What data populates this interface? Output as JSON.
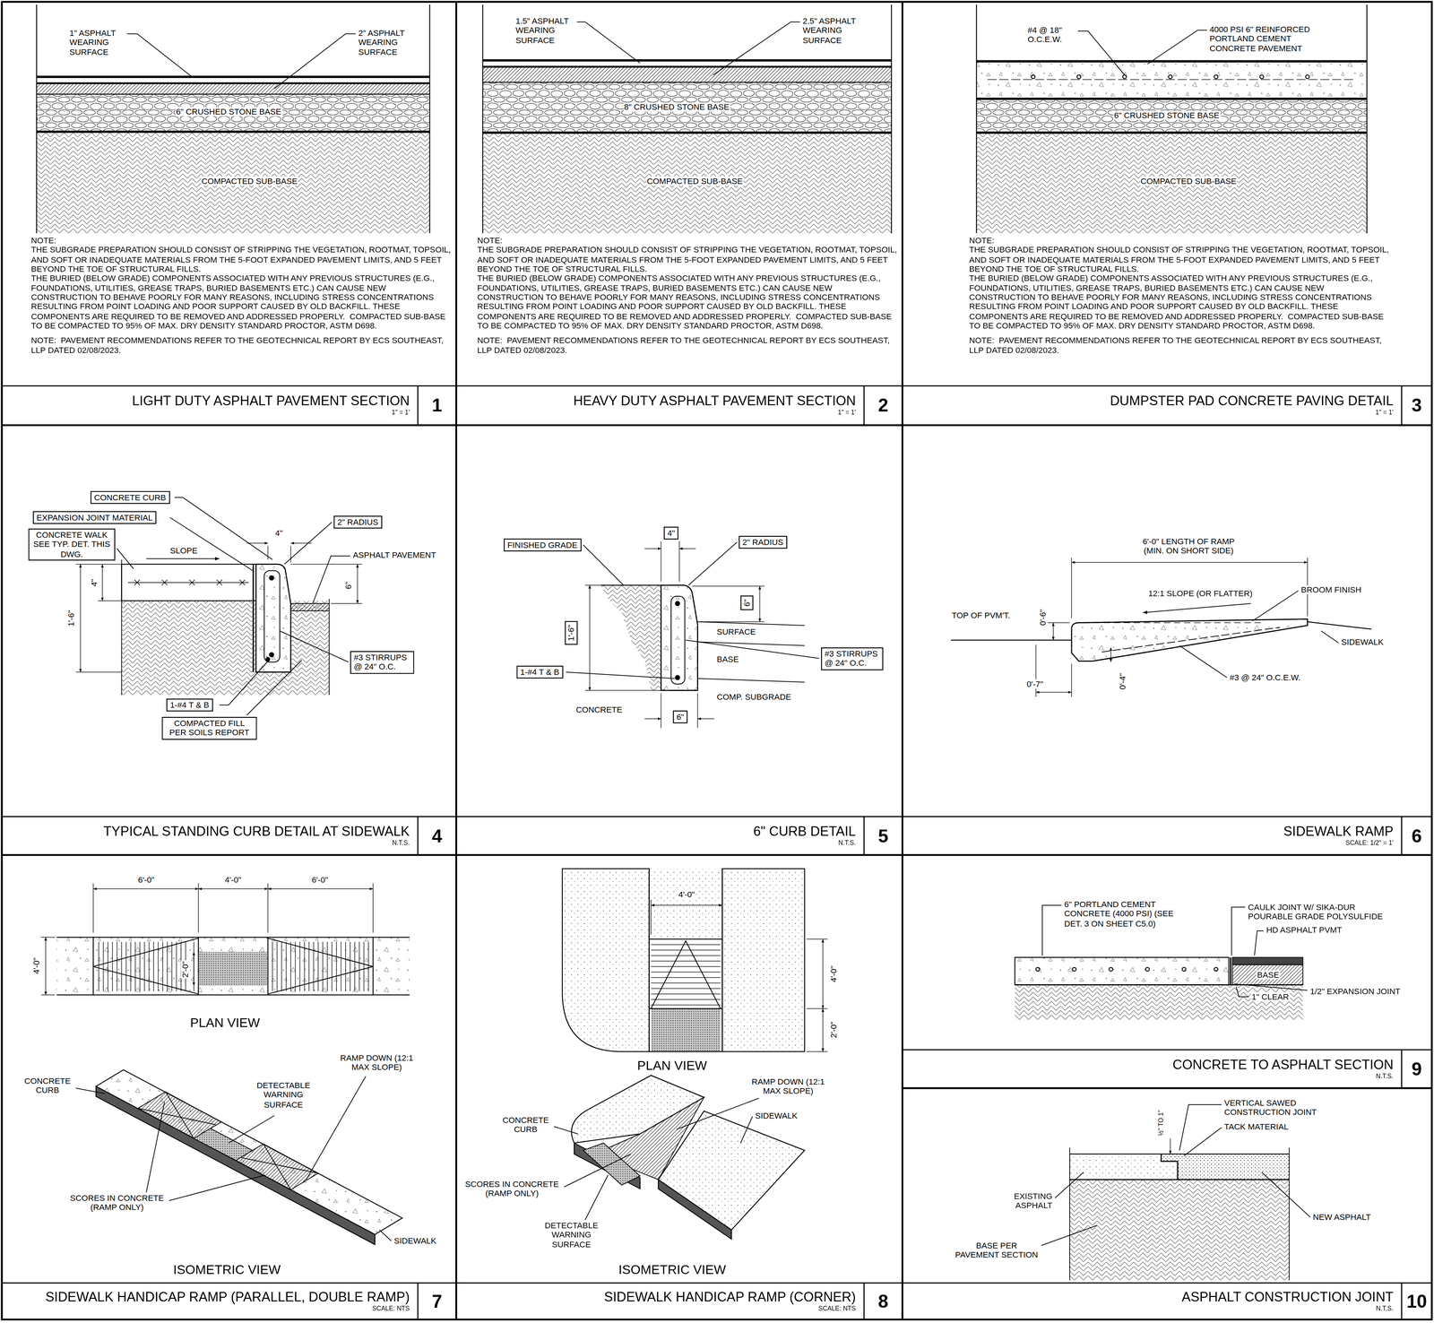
{
  "diagram": {
    "nodes": [
      {
        "text": [
          "LIGHT DUTY ASPHALT PAVEMENT SECTION",
          "1\" = 1'"
        ]
      },
      {
        "text": [
          "1"
        ]
      },
      {
        "text": [
          "HEAVY DUTY ASPHALT PAVEMENT SECTION",
          "1\" = 1'"
        ]
      },
      {
        "text": [
          "2"
        ]
      },
      {
        "text": [
          "DUMPSTER PAD CONCRETE PAVING DETAIL",
          "1\" = 1'"
        ]
      },
      {
        "text": [
          "3"
        ]
      },
      {
        "text": [
          "CONCRETE CURB"
        ]
      },
      {
        "text": [
          "EXPANSION JOINT MATERIAL"
        ]
      },
      {
        "text": [
          "CONCRETE WALK SEE TYP. DET. THIS DWG."
        ]
      },
      {
        "text": [
          "2\" RADIUS"
        ]
      },
      {
        "text": [
          "#3 STIRRUPS @ 24\" O.C."
        ]
      },
      {
        "text": [
          "1-#4 T & B"
        ]
      },
      {
        "text": [
          "COMPACTED FILL PER SOILS REPORT"
        ]
      },
      {
        "text": [
          "TYPICAL STANDING CURB DETAIL AT SIDEWALK",
          "N.T.S."
        ]
      },
      {
        "text": [
          "4"
        ]
      },
      {
        "text": [
          "FINISHED GRADE"
        ]
      },
      {
        "text": [
          "4\""
        ]
      },
      {
        "text": [
          "2\" RADIUS"
        ]
      },
      {
        "text": [
          "6\""
        ]
      },
      {
        "text": [
          "1'-6\""
        ]
      },
      {
        "text": [
          "1-#4 T & B"
        ]
      },
      {
        "text": [
          "#3 STIRRUPS @ 24\" O.C."
        ]
      },
      {
        "text": [
          "6\""
        ]
      },
      {
        "text": [
          "6\" CURB DETAIL",
          "N.T.S."
        ]
      },
      {
        "text": [
          "5"
        ]
      },
      {
        "text": [
          "SIDEWALK RAMP",
          "SCALE: 1/2\" = 1'"
        ]
      },
      {
        "text": [
          "6"
        ]
      },
      {
        "text": [
          "SIDEWALK HANDICAP RAMP (PARALLEL, DOUBLE RAMP)",
          "SCALE: NTS"
        ]
      },
      {
        "text": [
          "7"
        ]
      },
      {
        "text": [
          "SIDEWALK HANDICAP RAMP (CORNER)",
          "SCALE: NTS"
        ]
      },
      {
        "text": [
          "8"
        ]
      },
      {
        "text": [
          "CONCRETE TO ASPHALT SECTION",
          "N.T.S."
        ]
      },
      {
        "text": [
          "9"
        ]
      },
      {
        "text": [
          "ASPHALT CONSTRUCTION JOINT",
          "N.T.S."
        ]
      },
      {
        "text": [
          "10"
        ]
      }
    ],
    "labels": [
      "1\" ASPHALT WEARING SURFACE",
      "2\" ASPHALT WEARING SURFACE",
      "6\" CRUSHED STONE BASE",
      "COMPACTED SUB-BASE",
      "NOTE:",
      "THE SUBGRADE PREPARATION SHOULD CONSIST OF STRIPPING THE VEGETATION, ROOTMAT, TOPSOIL, AND SOFT OR INADEQUATE MATERIALS FROM THE 5-FOOT EXPANDED PAVEMENT LIMITS, AND 5 FEET BEYOND THE TOE OF STRUCTURAL FILLS.",
      "THE BURIED (BELOW GRADE) COMPONENTS ASSOCIATED WITH ANY PREVIOUS STRUCTURES (E.G., FOUNDATIONS, UTILITIES, GREASE TRAPS, BURIED BASEMENTS ETC.) CAN CAUSE NEW CONSTRUCTION TO BEHAVE POORLY FOR MANY REASONS, INCLUDING STRESS CONCENTRATIONS RESULTING FROM POINT LOADING AND POOR SUPPORT CAUSED BY OLD BACKFILL. THESE COMPONENTS ARE REQUIRED TO BE REMOVED AND ADDRESSED PROPERLY.  COMPACTED SUB-BASE TO BE COMPACTED TO 95% OF MAX. DRY DENSITY STANDARD PROCTOR, ASTM D698.",
      "NOTE:  PAVEMENT RECOMMENDATIONS REFER TO THE GEOTECHNICAL REPORT BY ECS SOUTHEAST, LLP DATED 02/08/2023.",
      "1.5\" ASPHALT WEARING SURFACE",
      "2.5\" ASPHALT WEARING SURFACE",
      "8\" CRUSHED STONE BASE",
      "COMPACTED SUB-BASE",
      "NOTE:",
      "THE SUBGRADE PREPARATION SHOULD CONSIST OF STRIPPING THE VEGETATION, ROOTMAT, TOPSOIL, AND SOFT OR INADEQUATE MATERIALS FROM THE 5-FOOT EXPANDED PAVEMENT LIMITS, AND 5 FEET BEYOND THE TOE OF STRUCTURAL FILLS.",
      "THE BURIED (BELOW GRADE) COMPONENTS ASSOCIATED WITH ANY PREVIOUS STRUCTURES (E.G., FOUNDATIONS, UTILITIES, GREASE TRAPS, BURIED BASEMENTS ETC.) CAN CAUSE NEW CONSTRUCTION TO BEHAVE POORLY FOR MANY REASONS, INCLUDING STRESS CONCENTRATIONS RESULTING FROM POINT LOADING AND POOR SUPPORT CAUSED BY OLD BACKFILL. THESE COMPONENTS ARE REQUIRED TO BE REMOVED AND ADDRESSED PROPERLY.  COMPACTED SUB-BASE TO BE COMPACTED TO 95% OF MAX. DRY DENSITY STANDARD PROCTOR, ASTM D698.",
      "NOTE:  PAVEMENT RECOMMENDATIONS REFER TO THE GEOTECHNICAL REPORT BY ECS SOUTHEAST, LLP DATED 02/08/2023.",
      "#4 @ 18\" O.C.E.W.",
      "4000 PSI 6\" REINFORCED PORTLAND CEMENT CONCRETE PAVEMENT",
      "6\" CRUSHED STONE BASE",
      "COMPACTED SUB-BASE",
      "NOTE:",
      "THE SUBGRADE PREPARATION SHOULD CONSIST OF STRIPPING THE VEGETATION, ROOTMAT, TOPSOIL, AND SOFT OR INADEQUATE MATERIALS FROM THE 5-FOOT EXPANDED PAVEMENT LIMITS, AND 5 FEET BEYOND THE TOE OF STRUCTURAL FILLS.",
      "THE BURIED (BELOW GRADE) COMPONENTS ASSOCIATED WITH ANY PREVIOUS STRUCTURES (E.G., FOUNDATIONS, UTILITIES, GREASE TRAPS, BURIED BASEMENTS ETC.) CAN CAUSE NEW CONSTRUCTION TO BEHAVE POORLY FOR MANY REASONS, INCLUDING STRESS CONCENTRATIONS RESULTING FROM POINT LOADING AND POOR SUPPORT CAUSED BY OLD BACKFILL. THESE COMPONENTS ARE REQUIRED TO BE REMOVED AND ADDRESSED PROPERLY.  COMPACTED SUB-BASE TO BE COMPACTED TO 95% OF MAX. DRY DENSITY STANDARD PROCTOR, ASTM D698.",
      "NOTE:  PAVEMENT RECOMMENDATIONS REFER TO THE GEOTECHNICAL REPORT BY ECS SOUTHEAST, LLP DATED 02/08/2023.",
      "SLOPE",
      "4\"",
      "ASPHALT PAVEMENT",
      "6\"",
      "4\"",
      "1'-6\"",
      "SURFACE",
      "BASE",
      "COMP. SUBGRADE",
      "CONCRETE",
      "6'-0\" LENGTH OF RAMP (MIN. ON SHORT SIDE)",
      "12:1 SLOPE (OR FLATTER)",
      "BROOM FINISH",
      "TOP OF PVM'T.",
      "0'-6\"",
      "SIDEWALK",
      "0'-7\"",
      "0'-4\"",
      "#3 @ 24\" O.C.E.W.",
      "6'-0\"",
      "4'-0\"",
      "6'-0\"",
      "4'-0\"",
      "2'-0\"",
      "PLAN VIEW",
      "CONCRETE CURB",
      "RAMP DOWN (12:1 MAX SLOPE)",
      "DETECTABLE WARNING SURFACE",
      "SCORES IN CONCRETE (RAMP ONLY)",
      "SIDEWALK",
      "ISOMETRIC VIEW",
      "4'-0\"",
      "4'-0\"",
      "2'-0\"",
      "PLAN VIEW",
      "RAMP DOWN (12:1 MAX SLOPE)",
      "CONCRETE CURB",
      "SIDEWALK",
      "SCORES IN CONCRETE (RAMP ONLY)",
      "DETECTABLE WARNING SURFACE",
      "ISOMETRIC VIEW",
      "6\" PORTLAND CEMENT CONCRETE (4000 PSI) (SEE DET. 3 ON SHEET C5.0)",
      "CAULK JOINT W/ SIKA-DUR POURABLE GRADE POLYSULFIDE",
      "HD ASPHALT PVMT",
      "BASE",
      "1\" CLEAR",
      "1/2\" EXPANSION JOINT",
      "VERTICAL SAWED CONSTRUCTION JOINT",
      "TACK MATERIAL",
      "½\" TO 1\"",
      "EXISTING ASPHALT",
      "NEW ASPHALT",
      "BASE PER PAVEMENT SECTION"
    ]
  }
}
